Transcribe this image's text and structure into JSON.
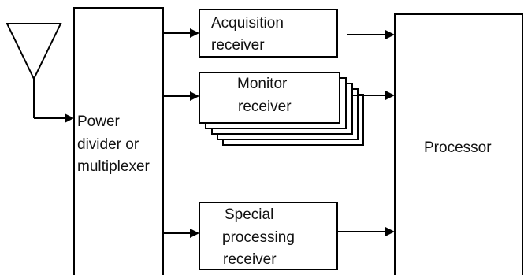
{
  "diagram": {
    "blocks": {
      "power_divider": {
        "lines": [
          "Power",
          "divider or",
          "multiplexer"
        ]
      },
      "acquisition_receiver": {
        "lines": [
          "Acquisition",
          "receiver"
        ]
      },
      "monitor_receiver": {
        "lines": [
          "Monitor",
          "receiver"
        ]
      },
      "special_processing_receiver": {
        "lines": [
          "Special",
          "processing",
          "receiver"
        ]
      },
      "processor": {
        "lines": [
          "Processor"
        ]
      }
    }
  }
}
